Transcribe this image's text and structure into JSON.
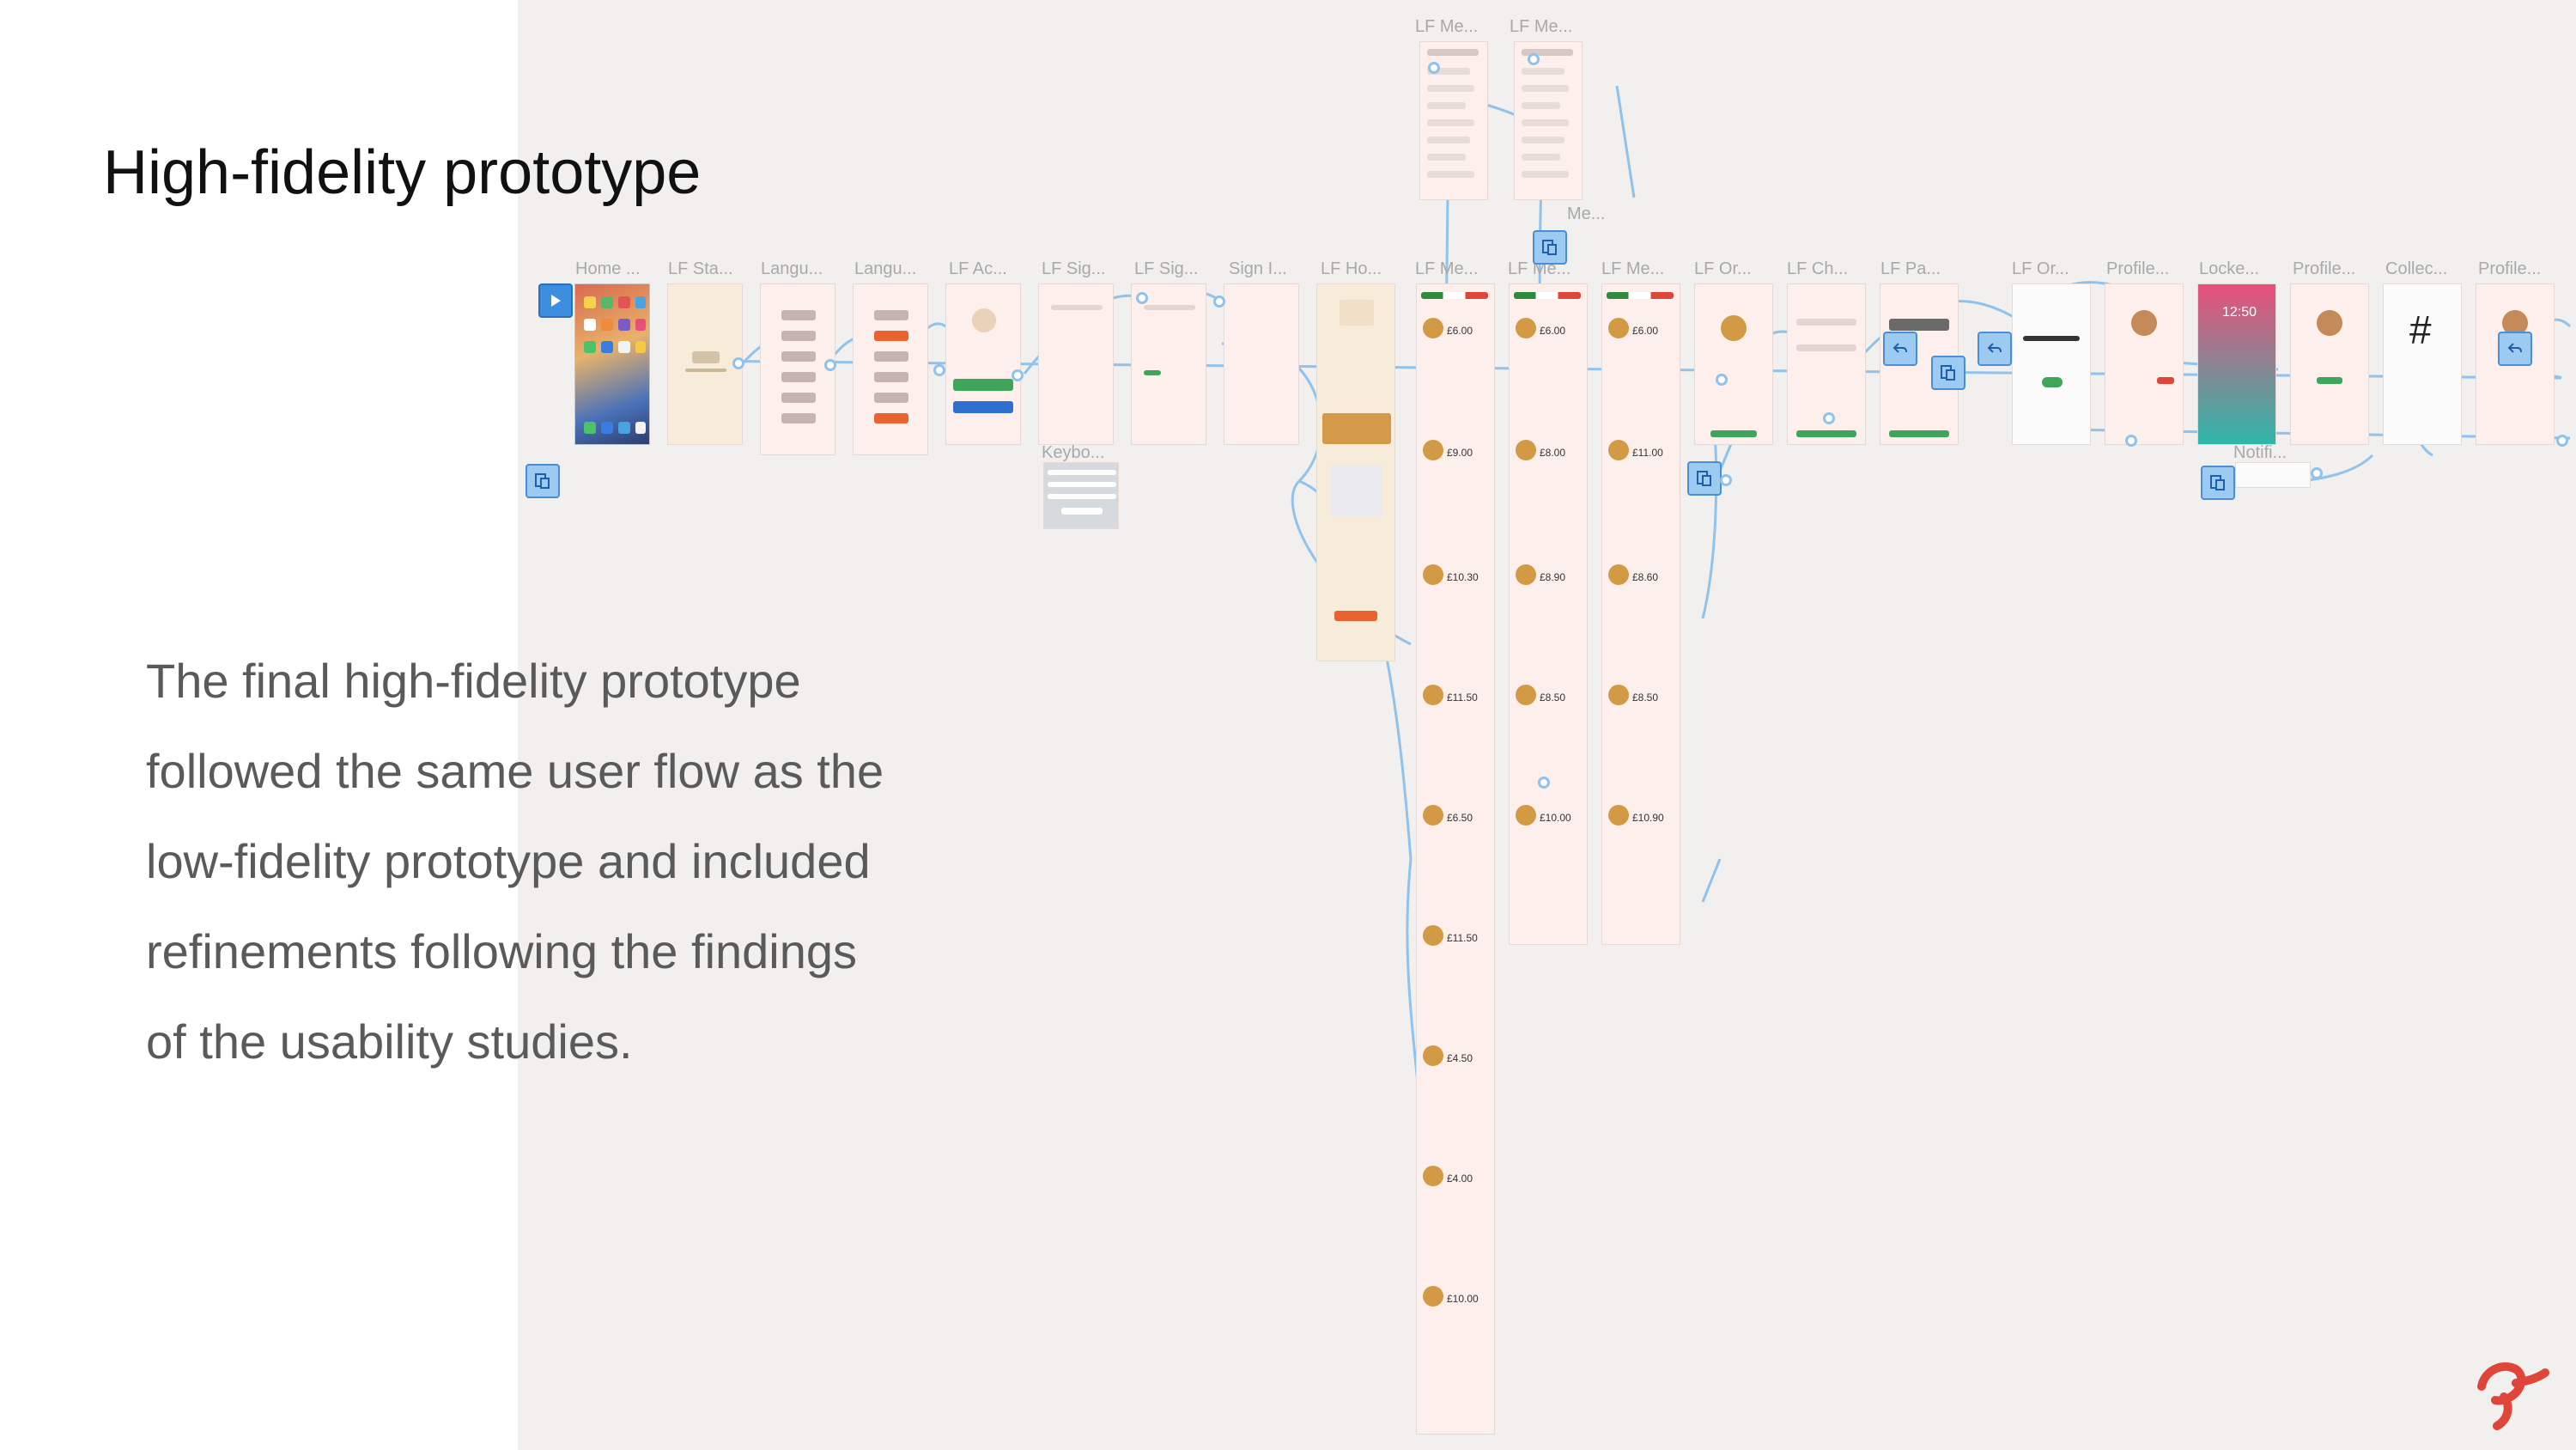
{
  "slide": {
    "title": "High-fidelity prototype",
    "body_lines": [
      "The final high-fidelity prototype",
      "followed the same user flow as the",
      "low-fidelity prototype and included",
      "refinements following the findings",
      "of the usability studies."
    ]
  },
  "frames": [
    "Home ...",
    "LF Sta...",
    "Langu...",
    "Langu...",
    "LF Ac...",
    "LF Sig...",
    "LF Sig...",
    "Sign I...",
    "LF Ho...",
    "LF Me...",
    "LF Me...",
    "LF Me...",
    "LF Or...",
    "LF Ch...",
    "LF Pa...",
    "LF Or...",
    "Profile...",
    "Locke...",
    "Profile...",
    "Collec...",
    "Profile..."
  ],
  "top_frames": [
    "LF Me...",
    "LF Me..."
  ],
  "mid_frame": "Me...",
  "keyboard_frame": "Keybo...",
  "notification_frame": "Notifi...",
  "prices": {
    "col1": [
      "£6.00",
      "£9.00",
      "£10.30",
      "£11.50",
      "£6.50",
      "£11.50",
      "£4.50",
      "£4.00",
      "£10.00"
    ],
    "col2": [
      "£6.00",
      "£8.00",
      "£8.90",
      "£8.50",
      "£10.00"
    ],
    "col3": [
      "£6.00",
      "£11.00",
      "£8.60",
      "£8.50",
      "£10.90"
    ]
  },
  "home_icon": "phone-home-icon",
  "play_icon": "play-icon",
  "interaction_icon": "interaction-icon",
  "back_icon": "back-arrow-icon",
  "hash_symbol": "#",
  "lock_time": "12:50",
  "colors": {
    "canvas_bg": "#f1f0ee",
    "connector": "#8fc2ec",
    "hotspot": "#9dcaf0",
    "accent_red": "#e0453a"
  }
}
